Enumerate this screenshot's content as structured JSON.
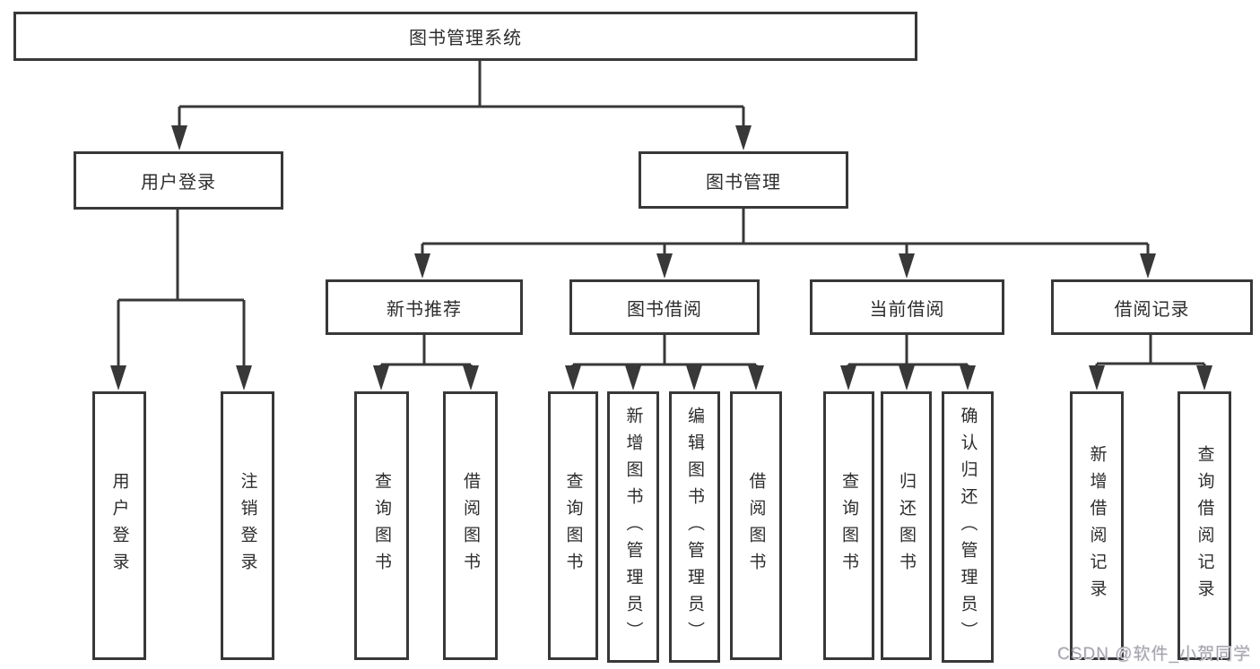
{
  "nodes": {
    "root": {
      "label": "图书管理系统"
    },
    "user_login": {
      "label": "用户登录"
    },
    "book_mgmt": {
      "label": "图书管理"
    },
    "new_book_rec": {
      "label": "新书推荐"
    },
    "book_borrow": {
      "label": "图书借阅"
    },
    "current_borrow": {
      "label": "当前借阅"
    },
    "borrow_record": {
      "label": "借阅记录"
    },
    "leaf_user_login": {
      "label": "用户登录"
    },
    "leaf_logout": {
      "label": "注销登录"
    },
    "leaf_query_book_1": {
      "label": "查询图书"
    },
    "leaf_borrow_book_1": {
      "label": "借阅图书"
    },
    "leaf_query_book_2": {
      "label": "查询图书"
    },
    "leaf_add_book": {
      "label": "新增图书（管理员）"
    },
    "leaf_edit_book": {
      "label": "编辑图书（管理员）"
    },
    "leaf_borrow_book_2": {
      "label": "借阅图书"
    },
    "leaf_query_book_3": {
      "label": "查询图书"
    },
    "leaf_return_book": {
      "label": "归还图书"
    },
    "leaf_confirm_return": {
      "label": "确认归还（管理员）"
    },
    "leaf_add_record": {
      "label": "新增借阅记录"
    },
    "leaf_query_record": {
      "label": "查询借阅记录"
    }
  },
  "hierarchy": {
    "label": "图书管理系统",
    "children": [
      {
        "label": "用户登录",
        "children": [
          {
            "label": "用户登录"
          },
          {
            "label": "注销登录"
          }
        ]
      },
      {
        "label": "图书管理",
        "children": [
          {
            "label": "新书推荐",
            "children": [
              {
                "label": "查询图书"
              },
              {
                "label": "借阅图书"
              }
            ]
          },
          {
            "label": "图书借阅",
            "children": [
              {
                "label": "查询图书"
              },
              {
                "label": "新增图书（管理员）"
              },
              {
                "label": "编辑图书（管理员）"
              },
              {
                "label": "借阅图书"
              }
            ]
          },
          {
            "label": "当前借阅",
            "children": [
              {
                "label": "查询图书"
              },
              {
                "label": "归还图书"
              },
              {
                "label": "确认归还（管理员）"
              }
            ]
          },
          {
            "label": "借阅记录",
            "children": [
              {
                "label": "新增借阅记录"
              },
              {
                "label": "查询借阅记录"
              }
            ]
          }
        ]
      }
    ]
  },
  "watermark": {
    "text": "CSDN @软件_小贺同学"
  },
  "colors": {
    "line": "#383838",
    "box_border": "#383838",
    "box_fill": "#ffffff",
    "text": "#2d2d2d",
    "watermark": "#a4a4ac",
    "background": "#ffffff"
  }
}
